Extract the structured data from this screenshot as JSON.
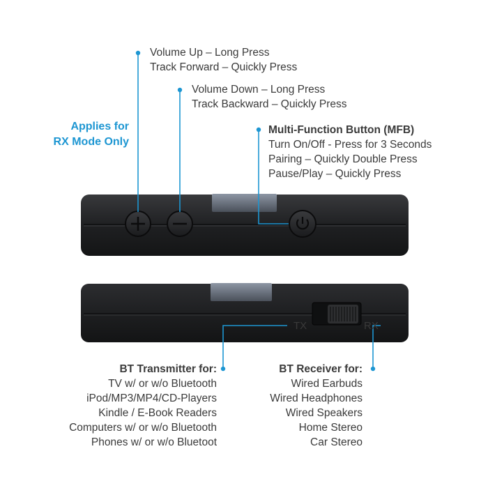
{
  "colors": {
    "accent": "#1d96d2",
    "device": "#1f2022",
    "text": "#3a3a3a"
  },
  "icons": {
    "plus_button": "plus-icon",
    "minus_button": "minus-icon",
    "power_button": "power-icon"
  },
  "callouts": {
    "volume_up": {
      "lines": [
        "Volume Up – Long Press",
        "Track Forward – Quickly Press"
      ]
    },
    "volume_down": {
      "lines": [
        "Volume Down – Long Press",
        "Track Backward – Quickly Press"
      ]
    },
    "rx_only": {
      "lines": [
        "Applies for",
        "RX Mode Only"
      ]
    },
    "mfb": {
      "title": "Multi-Function Button (MFB)",
      "lines": [
        "Turn On/Off - Press for 3 Seconds",
        "Pairing – Quickly Double Press",
        "Pause/Play – Quickly Press"
      ]
    }
  },
  "switch": {
    "tx_label": "TX",
    "rx_label": "RX"
  },
  "transmitter": {
    "title": "BT Transmitter for:",
    "items": [
      "TV w/ or w/o Bluetooth",
      "iPod/MP3/MP4/CD-Players",
      "Kindle / E-Book Readers",
      "Computers w/ or w/o Bluetooth",
      "Phones w/ or w/o Bluetoot"
    ]
  },
  "receiver": {
    "title": "BT Receiver for:",
    "items": [
      "Wired Earbuds",
      "Wired Headphones",
      "Wired Speakers",
      "Home Stereo",
      "Car Stereo"
    ]
  }
}
